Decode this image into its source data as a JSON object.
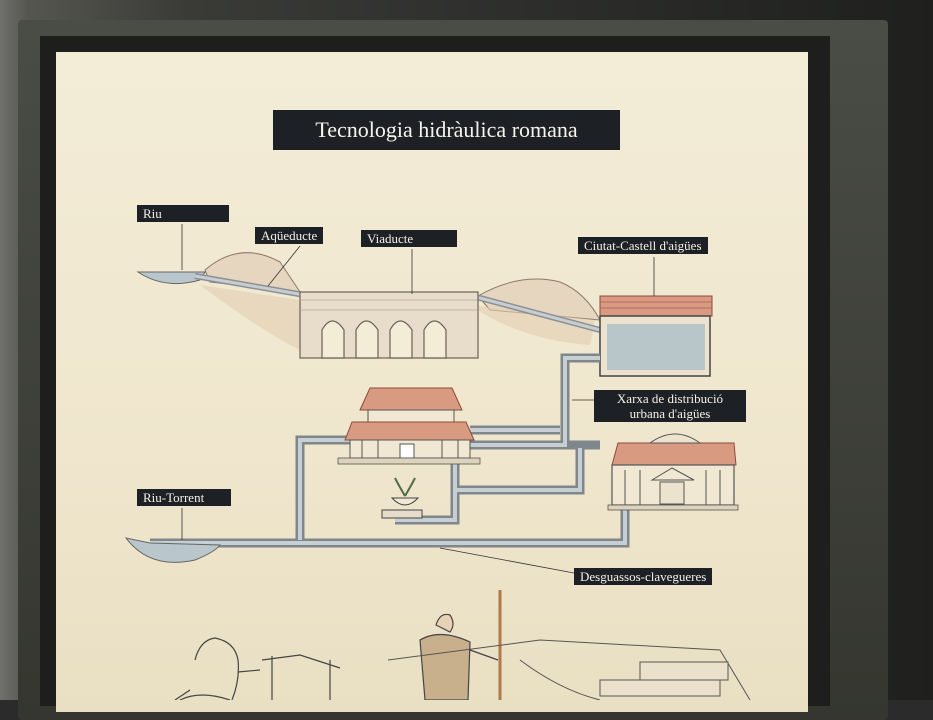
{
  "poster": {
    "title": "Tecnologia hidràulica romana",
    "labels": {
      "riu": "Riu",
      "aqueducte": "Aqüeducte",
      "viaducte": "Viaducte",
      "castell": "Ciutat-Castell d'aigües",
      "xarxa_line1": "Xarxa de distribució",
      "xarxa_line2": "urbana d'aigües",
      "riu_torrent": "Riu-Torrent",
      "desguassos": "Desguassos-clavegueres"
    }
  }
}
